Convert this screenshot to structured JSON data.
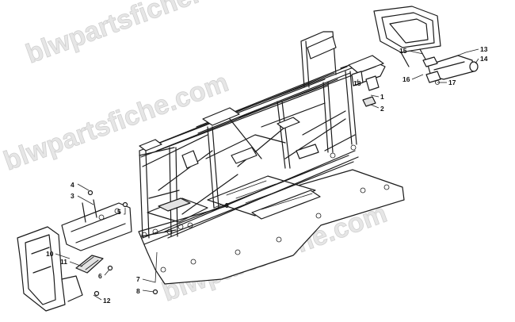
{
  "watermark": {
    "text_top": "blwpartsfiche.com",
    "text_mid": "blwpartsfiche.com",
    "text_bottom": "blwpartsfiche.com"
  },
  "callouts": [
    "1",
    "2",
    "3",
    "4",
    "5",
    "6",
    "7",
    "8",
    "9",
    "10",
    "11",
    "12",
    "13",
    "14",
    "15",
    "16",
    "17",
    "18"
  ]
}
